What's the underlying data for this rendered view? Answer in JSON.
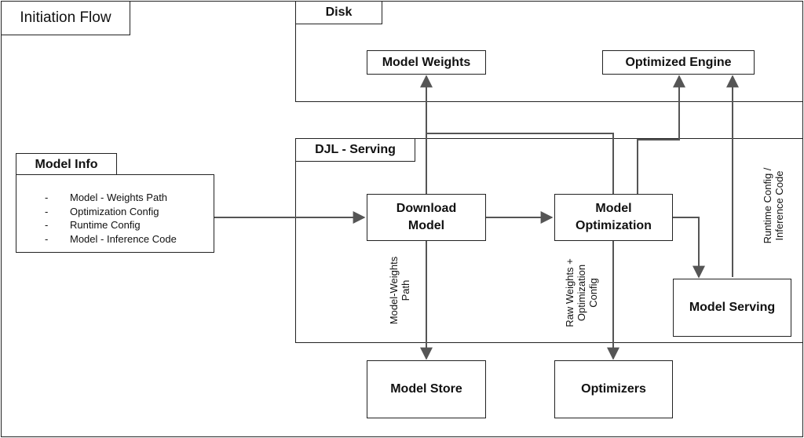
{
  "title": "Initiation Flow",
  "groups": {
    "disk": "Disk",
    "djl": "DJL - Serving"
  },
  "model_info": {
    "title": "Model Info",
    "items": [
      "Model - Weights Path",
      "Optimization Config",
      "Runtime Config",
      "Model - Inference Code"
    ]
  },
  "nodes": {
    "model_weights": "Model Weights",
    "optimized_engine": "Optimized Engine",
    "download_model": "Download\nModel",
    "model_optimization": "Model\nOptimization",
    "model_serving": "Model Serving",
    "model_store": "Model Store",
    "optimizers": "Optimizers"
  },
  "edge_labels": {
    "model_weights_path": "Model-Weights\nPath",
    "raw_weights_config": "Raw Weights +\nOptimization\nConfig",
    "runtime_inference": "Runtime Config /\nInference Code"
  }
}
